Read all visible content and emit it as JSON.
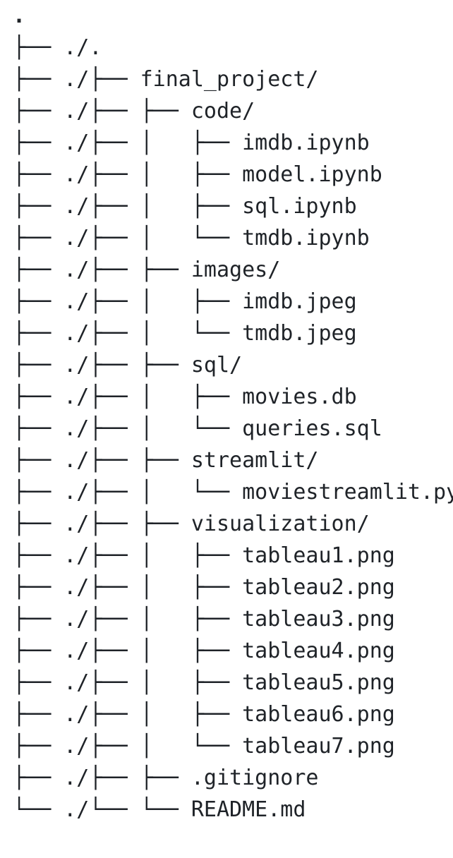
{
  "tree": {
    "root": ".",
    "lines": [
      "├── ./.",
      "├── ./├── final_project/",
      "├── ./├── ├── code/",
      "├── ./├── │   ├── imdb.ipynb",
      "├── ./├── │   ├── model.ipynb",
      "├── ./├── │   ├── sql.ipynb",
      "├── ./├── │   └── tmdb.ipynb",
      "├── ./├── ├── images/",
      "├── ./├── │   ├── imdb.jpeg",
      "├── ./├── │   └── tmdb.jpeg",
      "├── ./├── ├── sql/",
      "├── ./├── │   ├── movies.db",
      "├── ./├── │   └── queries.sql",
      "├── ./├── ├── streamlit/",
      "├── ./├── │   └── moviestreamlit.py",
      "├── ./├── ├── visualization/",
      "├── ./├── │   ├── tableau1.png",
      "├── ./├── │   ├── tableau2.png",
      "├── ./├── │   ├── tableau3.png",
      "├── ./├── │   ├── tableau4.png",
      "├── ./├── │   ├── tableau5.png",
      "├── ./├── │   ├── tableau6.png",
      "├── ./├── │   └── tableau7.png",
      "├── ./├── ├── .gitignore",
      "└── ./└── └── README.md"
    ]
  }
}
